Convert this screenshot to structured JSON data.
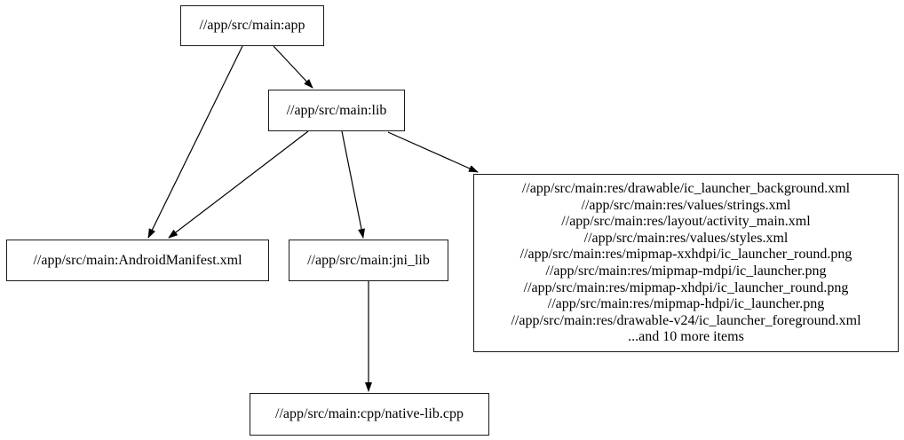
{
  "graph": {
    "background_color": "#ffffff",
    "node_border_color": "#000000",
    "node_fill_color": "#ffffff",
    "edge_color": "#000000",
    "text_color": "#000000",
    "nodes": {
      "app": {
        "label": "//app/src/main:app"
      },
      "lib": {
        "label": "//app/src/main:lib"
      },
      "android_manifest": {
        "label": "//app/src/main:AndroidManifest.xml"
      },
      "jni_lib": {
        "label": "//app/src/main:jni_lib"
      },
      "native_lib_cpp": {
        "label": "//app/src/main:cpp/native-lib.cpp"
      },
      "resources": {
        "lines": [
          "//app/src/main:res/drawable/ic_launcher_background.xml",
          "//app/src/main:res/values/strings.xml",
          "//app/src/main:res/layout/activity_main.xml",
          "//app/src/main:res/values/styles.xml",
          "//app/src/main:res/mipmap-xxhdpi/ic_launcher_round.png",
          "//app/src/main:res/mipmap-mdpi/ic_launcher.png",
          "//app/src/main:res/mipmap-xhdpi/ic_launcher_round.png",
          "//app/src/main:res/mipmap-hdpi/ic_launcher.png",
          "//app/src/main:res/drawable-v24/ic_launcher_foreground.xml",
          "...and 10 more items"
        ]
      }
    },
    "edges": [
      {
        "from": "app",
        "to": "lib"
      },
      {
        "from": "app",
        "to": "android_manifest"
      },
      {
        "from": "lib",
        "to": "android_manifest"
      },
      {
        "from": "lib",
        "to": "jni_lib"
      },
      {
        "from": "lib",
        "to": "resources"
      },
      {
        "from": "jni_lib",
        "to": "native_lib_cpp"
      }
    ]
  }
}
